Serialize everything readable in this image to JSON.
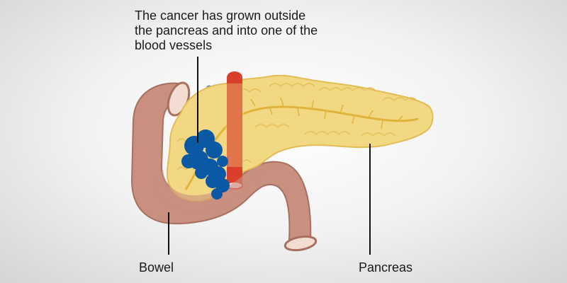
{
  "diagram": {
    "callout_text": "The cancer has grown outside\nthe pancreas and into one of the\nblood vessels",
    "labels": {
      "bowel": "Bowel",
      "pancreas": "Pancreas"
    },
    "colors": {
      "bowel": "#c98f7f",
      "bowel_edge": "#a8705f",
      "bowel_opening": "#f3ddd2",
      "pancreas": "#f3d883",
      "pancreas_edge": "#e2bd55",
      "pancreatic_duct": "#e0b43a",
      "artery": "#d9402b",
      "vein": "#5b86c6",
      "tumour": "#0b59a5",
      "leader_line": "#111111"
    }
  }
}
